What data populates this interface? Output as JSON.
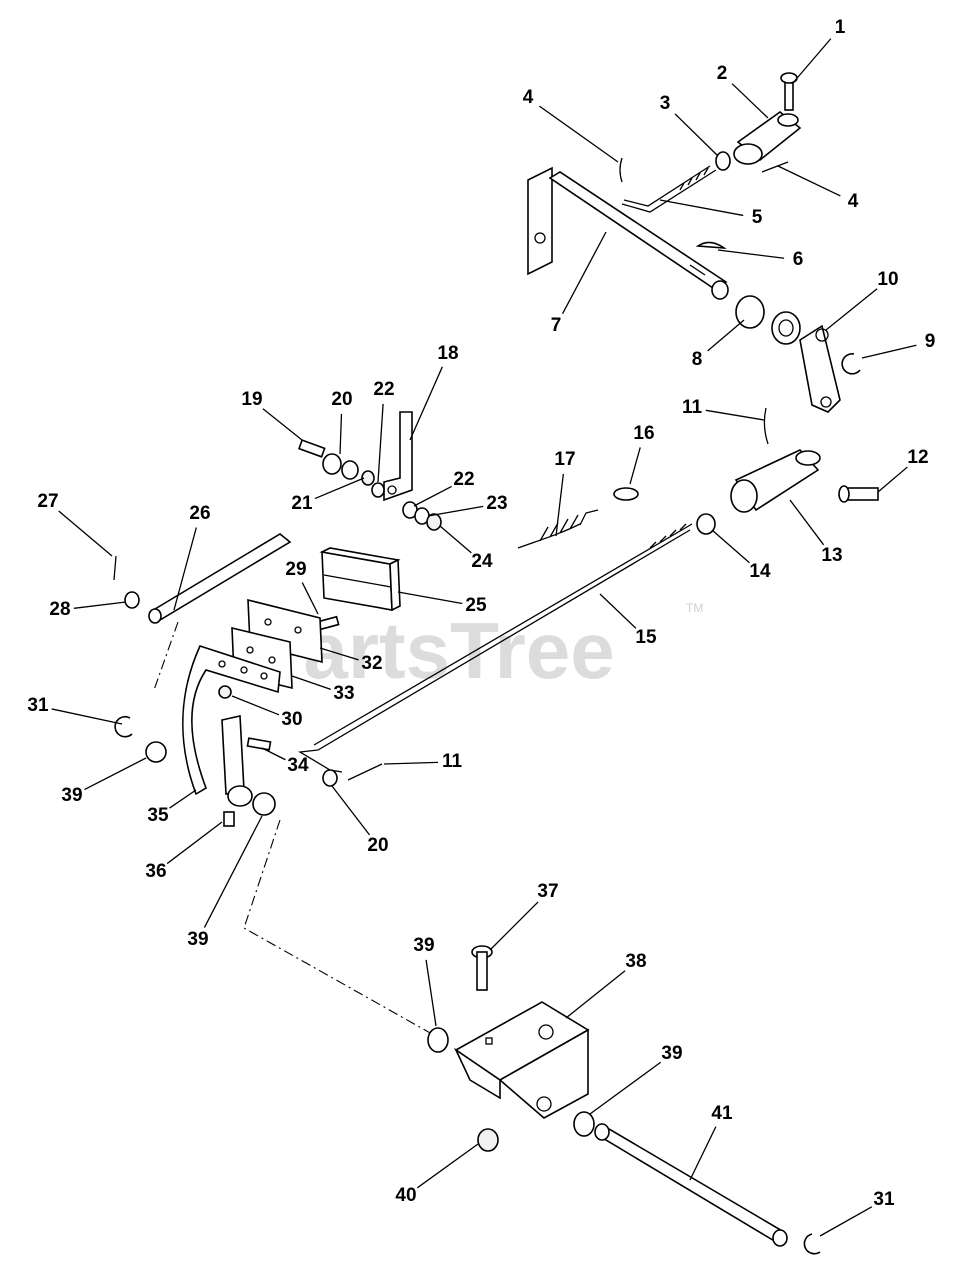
{
  "diagram": {
    "watermark": "PartsTree",
    "trademark": "TM",
    "callouts": [
      "1",
      "2",
      "3",
      "4",
      "4",
      "5",
      "6",
      "7",
      "8",
      "9",
      "10",
      "11",
      "12",
      "13",
      "14",
      "15",
      "16",
      "17",
      "18",
      "19",
      "20",
      "21",
      "22",
      "22",
      "23",
      "24",
      "25",
      "26",
      "27",
      "28",
      "29",
      "30",
      "31",
      "32",
      "33",
      "34",
      "35",
      "36",
      "39",
      "39",
      "20",
      "11",
      "37",
      "38",
      "39",
      "39",
      "40",
      "41",
      "31"
    ]
  }
}
